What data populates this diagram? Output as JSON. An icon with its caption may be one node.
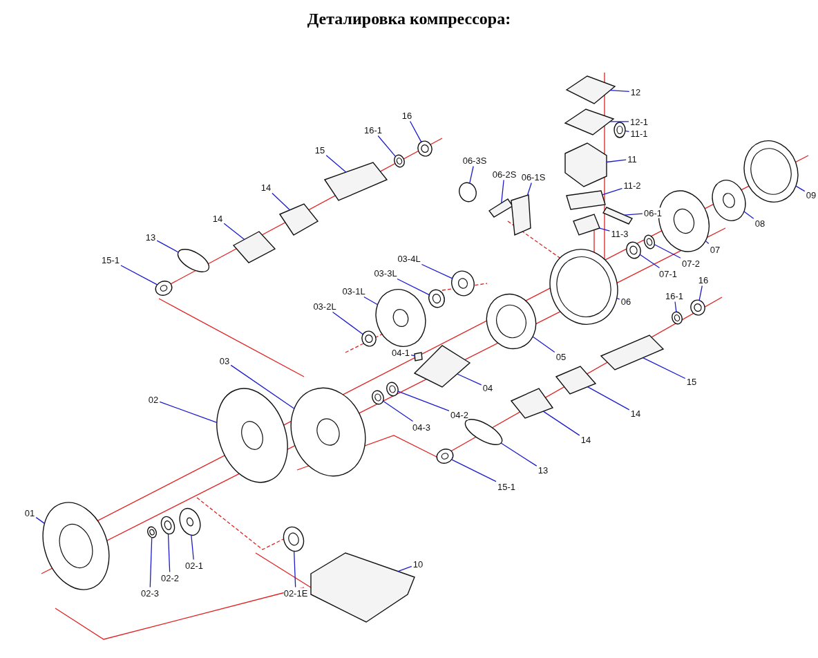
{
  "diagram": {
    "title": "Деталировка компрессора:",
    "nodes": [
      {
        "text": [
          "12"
        ]
      },
      {
        "text": [
          "12-1"
        ]
      },
      {
        "text": [
          "11-1"
        ]
      },
      {
        "text": [
          "11"
        ]
      },
      {
        "text": [
          "11-2"
        ]
      },
      {
        "text": [
          "06-1"
        ]
      },
      {
        "text": [
          "11-3"
        ]
      },
      {
        "text": [
          "09"
        ]
      },
      {
        "text": [
          "08"
        ]
      },
      {
        "text": [
          "07"
        ]
      },
      {
        "text": [
          "07-2"
        ]
      },
      {
        "text": [
          "07-1"
        ]
      },
      {
        "text": [
          "06"
        ]
      },
      {
        "text": [
          "06-3S"
        ]
      },
      {
        "text": [
          "06-2S"
        ]
      },
      {
        "text": [
          "06-1S"
        ]
      },
      {
        "text": [
          "16"
        ]
      },
      {
        "text": [
          "16-1"
        ]
      },
      {
        "text": [
          "15"
        ]
      },
      {
        "text": [
          "14"
        ]
      },
      {
        "text": [
          "14"
        ]
      },
      {
        "text": [
          "13"
        ]
      },
      {
        "text": [
          "15-1"
        ]
      },
      {
        "text": [
          "03-4L"
        ]
      },
      {
        "text": [
          "03-3L"
        ]
      },
      {
        "text": [
          "03-1L"
        ]
      },
      {
        "text": [
          "03-2L"
        ]
      },
      {
        "text": [
          "04-1"
        ]
      },
      {
        "text": [
          "05"
        ]
      },
      {
        "text": [
          "04"
        ]
      },
      {
        "text": [
          "16"
        ]
      },
      {
        "text": [
          "16-1"
        ]
      },
      {
        "text": [
          "15"
        ]
      },
      {
        "text": [
          "14"
        ]
      },
      {
        "text": [
          "14"
        ]
      },
      {
        "text": [
          "13"
        ]
      },
      {
        "text": [
          "15-1"
        ]
      },
      {
        "text": [
          "03"
        ]
      },
      {
        "text": [
          "02"
        ]
      },
      {
        "text": [
          "04-2"
        ]
      },
      {
        "text": [
          "04-3"
        ]
      },
      {
        "text": [
          "01"
        ]
      },
      {
        "text": [
          "02-3"
        ]
      },
      {
        "text": [
          "02-2"
        ]
      },
      {
        "text": [
          "02-1"
        ]
      },
      {
        "text": [
          "02-1E"
        ]
      },
      {
        "text": [
          "10"
        ]
      },
      {
        "text": [],
        "shape": "box"
      },
      {
        "text": [],
        "shape": "box"
      },
      {
        "text": [],
        "shape": "circle"
      },
      {
        "text": [],
        "shape": "box"
      },
      {
        "text": [],
        "shape": "box"
      },
      {
        "text": [],
        "shape": "box"
      },
      {
        "text": [],
        "shape": "box"
      },
      {
        "text": [],
        "shape": "circle"
      },
      {
        "text": [],
        "shape": "circle"
      },
      {
        "text": [],
        "shape": "circle"
      },
      {
        "text": [],
        "shape": "circle"
      },
      {
        "text": [],
        "shape": "circle"
      },
      {
        "text": [],
        "shape": "circle"
      },
      {
        "text": [],
        "shape": "circle"
      },
      {
        "text": [],
        "shape": "box"
      },
      {
        "text": [],
        "shape": "box"
      },
      {
        "text": [],
        "shape": "circle"
      },
      {
        "text": [],
        "shape": "circle"
      },
      {
        "text": [],
        "shape": "box"
      },
      {
        "text": [],
        "shape": "box"
      },
      {
        "text": [],
        "shape": "box"
      },
      {
        "text": [],
        "shape": "circle"
      },
      {
        "text": [],
        "shape": "circle"
      },
      {
        "text": [],
        "shape": "circle"
      },
      {
        "text": [],
        "shape": "circle"
      },
      {
        "text": [],
        "shape": "circle"
      },
      {
        "text": [],
        "shape": "circle"
      },
      {
        "text": [],
        "shape": "box"
      },
      {
        "text": [],
        "shape": "circle"
      },
      {
        "text": [],
        "shape": "box"
      },
      {
        "text": [],
        "shape": "circle"
      },
      {
        "text": [],
        "shape": "circle"
      },
      {
        "text": [],
        "shape": "box"
      },
      {
        "text": [],
        "shape": "box"
      },
      {
        "text": [],
        "shape": "box"
      },
      {
        "text": [],
        "shape": "circle"
      },
      {
        "text": [],
        "shape": "circle"
      },
      {
        "text": [],
        "shape": "circle"
      },
      {
        "text": [],
        "shape": "circle"
      },
      {
        "text": [],
        "shape": "circle"
      },
      {
        "text": [],
        "shape": "circle"
      },
      {
        "text": [],
        "shape": "circle"
      },
      {
        "text": [],
        "shape": "circle"
      },
      {
        "text": [],
        "shape": "circle"
      },
      {
        "text": [],
        "shape": "circle"
      },
      {
        "text": [],
        "shape": "circle"
      },
      {
        "text": [],
        "shape": "box"
      }
    ],
    "edges": [
      {
        "from": 0,
        "to": 47,
        "arrow": "none"
      },
      {
        "from": 1,
        "to": 48,
        "arrow": "none"
      },
      {
        "from": 2,
        "to": 49,
        "arrow": "none"
      },
      {
        "from": 3,
        "to": 50,
        "arrow": "none"
      },
      {
        "from": 4,
        "to": 51,
        "arrow": "none"
      },
      {
        "from": 5,
        "to": 52,
        "arrow": "none"
      },
      {
        "from": 6,
        "to": 53,
        "arrow": "none"
      },
      {
        "from": 7,
        "to": 54,
        "arrow": "none"
      },
      {
        "from": 8,
        "to": 55,
        "arrow": "none"
      },
      {
        "from": 9,
        "to": 56,
        "arrow": "none"
      },
      {
        "from": 10,
        "to": 57,
        "arrow": "none"
      },
      {
        "from": 11,
        "to": 58,
        "arrow": "none"
      },
      {
        "from": 12,
        "to": 59,
        "arrow": "none"
      },
      {
        "from": 13,
        "to": 60,
        "arrow": "none"
      },
      {
        "from": 14,
        "to": 61,
        "arrow": "none"
      },
      {
        "from": 15,
        "to": 62,
        "arrow": "none"
      },
      {
        "from": 16,
        "to": 63,
        "arrow": "none"
      },
      {
        "from": 17,
        "to": 64,
        "arrow": "none"
      },
      {
        "from": 18,
        "to": 65,
        "arrow": "none"
      },
      {
        "from": 19,
        "to": 66,
        "arrow": "none"
      },
      {
        "from": 20,
        "to": 67,
        "arrow": "none"
      },
      {
        "from": 21,
        "to": 68,
        "arrow": "none"
      },
      {
        "from": 22,
        "to": 69,
        "arrow": "none"
      },
      {
        "from": 23,
        "to": 70,
        "arrow": "none"
      },
      {
        "from": 24,
        "to": 71,
        "arrow": "none"
      },
      {
        "from": 25,
        "to": 72,
        "arrow": "none"
      },
      {
        "from": 26,
        "to": 73,
        "arrow": "none"
      },
      {
        "from": 27,
        "to": 74,
        "arrow": "none"
      },
      {
        "from": 28,
        "to": 75,
        "arrow": "none"
      },
      {
        "from": 29,
        "to": 76,
        "arrow": "none"
      },
      {
        "from": 30,
        "to": 77,
        "arrow": "none"
      },
      {
        "from": 31,
        "to": 78,
        "arrow": "none"
      },
      {
        "from": 32,
        "to": 79,
        "arrow": "none"
      },
      {
        "from": 33,
        "to": 80,
        "arrow": "none"
      },
      {
        "from": 34,
        "to": 81,
        "arrow": "none"
      },
      {
        "from": 35,
        "to": 82,
        "arrow": "none"
      },
      {
        "from": 36,
        "to": 83,
        "arrow": "none"
      },
      {
        "from": 37,
        "to": 84,
        "arrow": "none"
      },
      {
        "from": 38,
        "to": 85,
        "arrow": "none"
      },
      {
        "from": 39,
        "to": 86,
        "arrow": "none"
      },
      {
        "from": 40,
        "to": 87,
        "arrow": "none"
      },
      {
        "from": 41,
        "to": 88,
        "arrow": "none"
      },
      {
        "from": 42,
        "to": 89,
        "arrow": "none"
      },
      {
        "from": 43,
        "to": 90,
        "arrow": "none"
      },
      {
        "from": 44,
        "to": 91,
        "arrow": "none"
      },
      {
        "from": 45,
        "to": 92,
        "arrow": "none"
      },
      {
        "from": 46,
        "to": 93,
        "arrow": "none"
      }
    ]
  }
}
